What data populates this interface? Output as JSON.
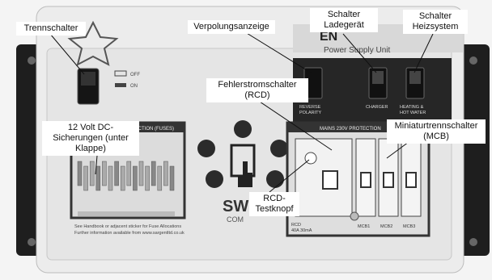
{
  "callouts": {
    "trennschalter": "Trennschalter",
    "verpolungsanzeige": "Verpolungsanzeige",
    "schalter_ladegeraet": "Schalter\nLadegerät",
    "schalter_heizsystem": "Schalter\nHeizsystem",
    "fehlerstromschalter": "Fehlerstromschalter\n(RCD)",
    "sicherungen": "12 Volt DC-\nSicherungen (unter\nKlappe)",
    "miniaturtrennschalter": "Miniaturtrennschalter\n(MCB)",
    "rcd_testknopf": "RCD-\nTestknopf"
  },
  "panel": {
    "brand_partial": "EN",
    "subtitle": "Power Supply Unit",
    "switch_off": "OFF",
    "switch_on": "ON",
    "fuse_header": "PROTECTION (FUSES)",
    "mains_header": "MAINS 230V PROTECTION",
    "label_reverse": "REVERSE\nPOLARITY",
    "label_charger": "CHARGER",
    "label_heating": "HEATING &\nHOT WATER",
    "fuse_footer_1": "See Handbook or adjacent sticker for Fuse Allocations",
    "fuse_footer_2": "Further information available from www.sargentltd.co.uk",
    "brand_sw": "SW",
    "brand_com": "COM",
    "rcd_label": "RCD\n40A 30mA",
    "mcb1": "MCB1",
    "mcb2": "MCB2",
    "mcb3": "MCB3"
  },
  "colors": {
    "case": "#ededed",
    "panel": "#e3e3e3",
    "bezel": "#2a2a2a",
    "outline": "#333333"
  }
}
